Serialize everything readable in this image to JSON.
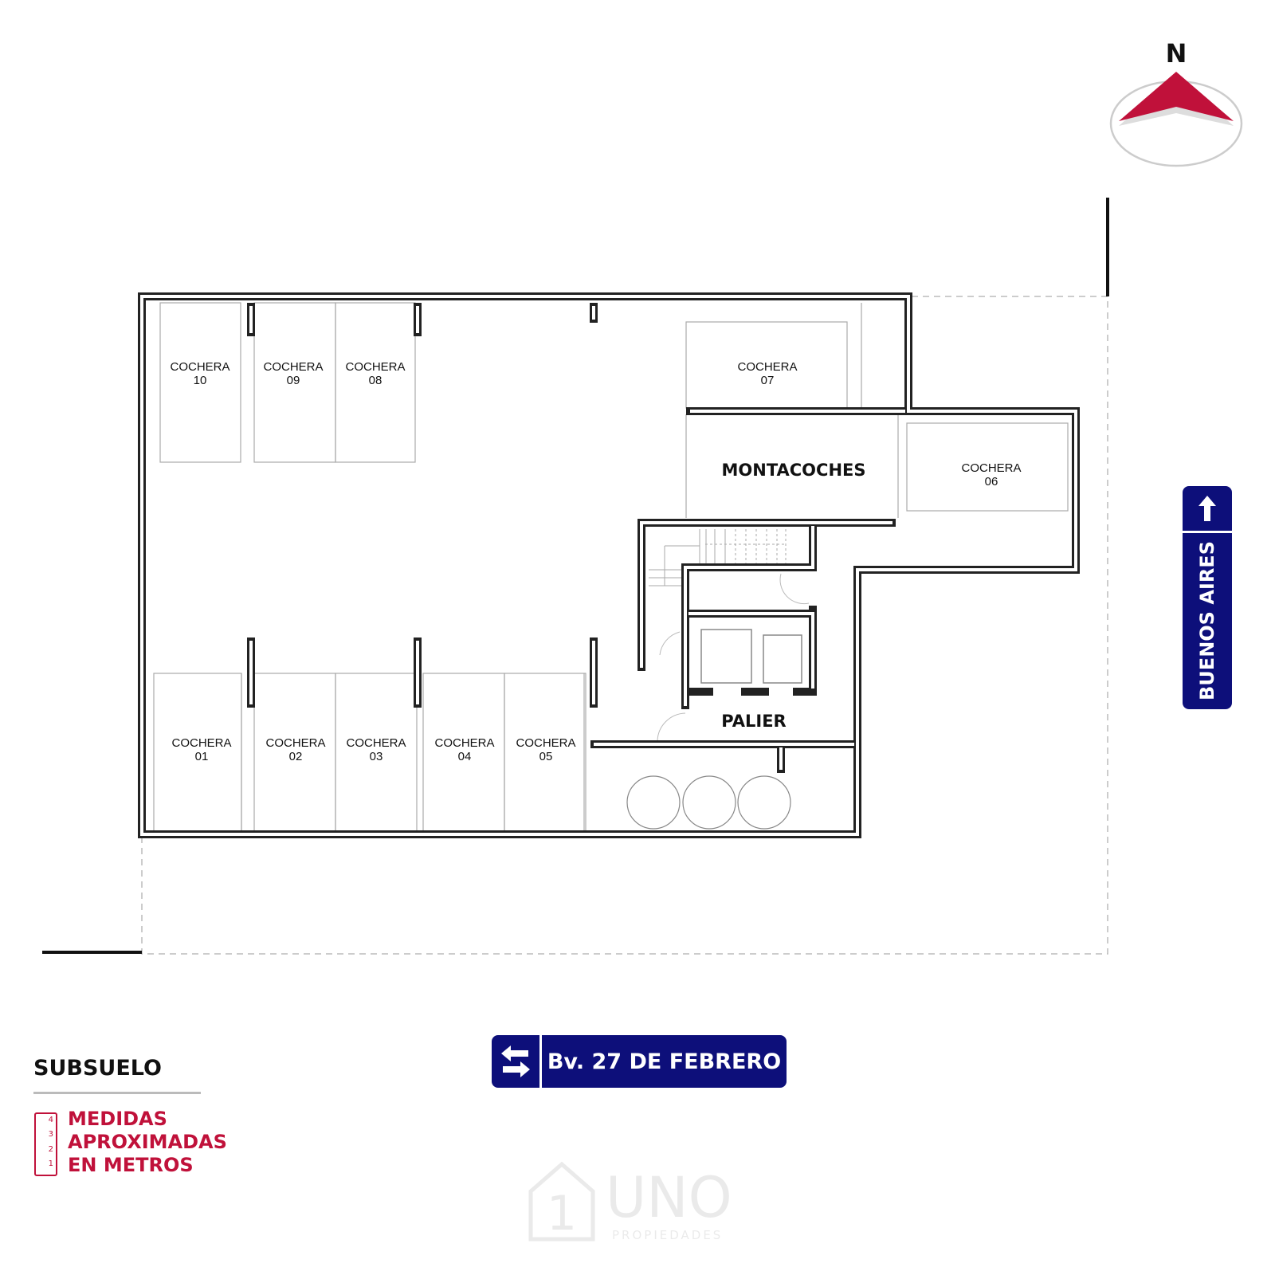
{
  "compass": {
    "label": "N",
    "color": "#c0113a"
  },
  "plan": {
    "spaces": [
      {
        "label": "COCHERA",
        "number": "10"
      },
      {
        "label": "COCHERA",
        "number": "09"
      },
      {
        "label": "COCHERA",
        "number": "08"
      },
      {
        "label": "COCHERA",
        "number": "07"
      },
      {
        "label": "COCHERA",
        "number": "06"
      },
      {
        "label": "COCHERA",
        "number": "01"
      },
      {
        "label": "COCHERA",
        "number": "02"
      },
      {
        "label": "COCHERA",
        "number": "03"
      },
      {
        "label": "COCHERA",
        "number": "04"
      },
      {
        "label": "COCHERA",
        "number": "05"
      }
    ],
    "montacoches": "MONTACOCHES",
    "palier": "PALIER"
  },
  "streets": {
    "east": "BUENOS AIRES",
    "south": "Bv. 27 DE FEBRERO",
    "color": "#0d0f7a"
  },
  "legend": {
    "title": "SUBSUELO",
    "line1": "MEDIDAS",
    "line2": "APROXIMADAS",
    "line3": "EN METROS",
    "ruler_ticks": [
      "4",
      "3",
      "2",
      "1"
    ],
    "color": "#c0113a"
  },
  "watermark": {
    "brand": "UNO",
    "sub": "PROPIEDADES"
  }
}
